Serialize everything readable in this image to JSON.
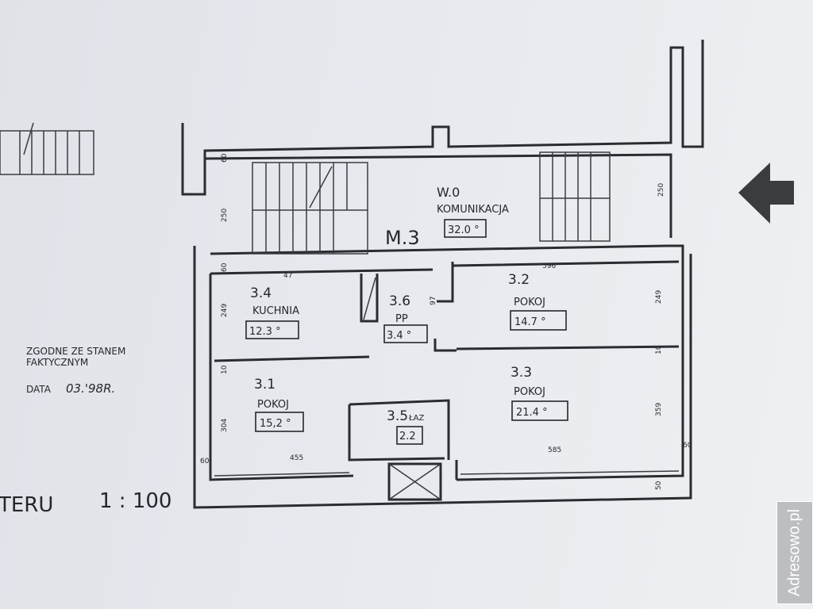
{
  "plan": {
    "unit_label": "M.3",
    "rooms": [
      {
        "number": "W.0",
        "name": "KOMUNIKACJA",
        "area": "32.0 °"
      },
      {
        "number": "3.4",
        "name": "KUCHNIA",
        "area": "12.3 °"
      },
      {
        "number": "3.6",
        "name": "PP",
        "area": "3.4 °"
      },
      {
        "number": "3.2",
        "name": "POKOJ",
        "area": "14.7 °"
      },
      {
        "number": "3.1",
        "name": "POKOJ",
        "area": "15,2 °"
      },
      {
        "number": "3.5",
        "name": "ŁAZ",
        "area": "2.2"
      },
      {
        "number": "3.3",
        "name": "POKOJ",
        "area": "21.4 °"
      }
    ],
    "dimensions": [
      "60",
      "250",
      "60",
      "249",
      "10",
      "304",
      "60",
      "455",
      "585",
      "359",
      "50",
      "60",
      "250",
      "249",
      "10",
      "596",
      "97",
      "47"
    ],
    "scale_text": "1 : 100",
    "title_fragment": "TERU"
  },
  "stamp": {
    "line1": "ZGODNE ZE STANEM",
    "line2": "FAKTYCZNYM",
    "date_label": "DATA",
    "date_value": "03.'98R."
  },
  "north_arrow": "arrow-left-icon",
  "watermark": "Adresowo.pl",
  "colors": {
    "paper": "#e6e9ee",
    "ink": "#25272b"
  }
}
